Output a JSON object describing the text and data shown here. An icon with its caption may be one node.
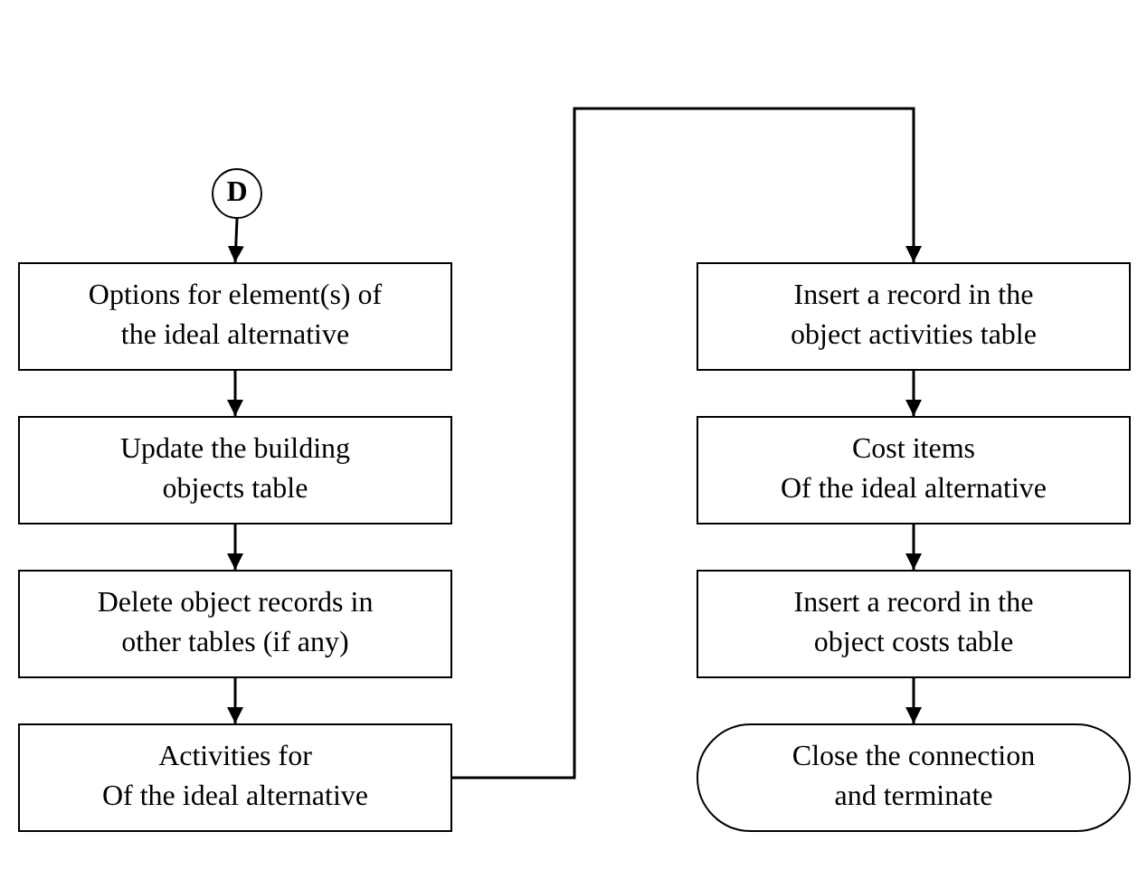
{
  "diagram": {
    "nodes": [
      {
        "text": [
          "D"
        ]
      },
      {
        "text": [
          "Options for element(s) of the ideal alternative"
        ]
      },
      {
        "text": [
          "Update the building objects table"
        ]
      },
      {
        "text": [
          "Delete object records in other tables (if any)"
        ]
      },
      {
        "text": [
          "Activities for",
          "Of the ideal alternative"
        ]
      },
      {
        "text": [
          "Insert a record in the object activities table"
        ]
      },
      {
        "text": [
          "Cost items",
          "Of the ideal alternative"
        ]
      },
      {
        "text": [
          "Insert a record in the object costs table"
        ]
      },
      {
        "text": [
          "Close the connection and terminate"
        ]
      }
    ],
    "edges": [
      {
        "from": 0,
        "to": 1,
        "arrow": "to"
      },
      {
        "from": 1,
        "to": 2,
        "arrow": "to"
      },
      {
        "from": 2,
        "to": 3,
        "arrow": "to"
      },
      {
        "from": 3,
        "to": 4,
        "arrow": "to"
      },
      {
        "from": 4,
        "to": 5,
        "arrow": "to"
      },
      {
        "from": 5,
        "to": 6,
        "arrow": "to"
      },
      {
        "from": 6,
        "to": 7,
        "arrow": "to"
      },
      {
        "from": 7,
        "to": 8,
        "arrow": "to"
      }
    ]
  }
}
